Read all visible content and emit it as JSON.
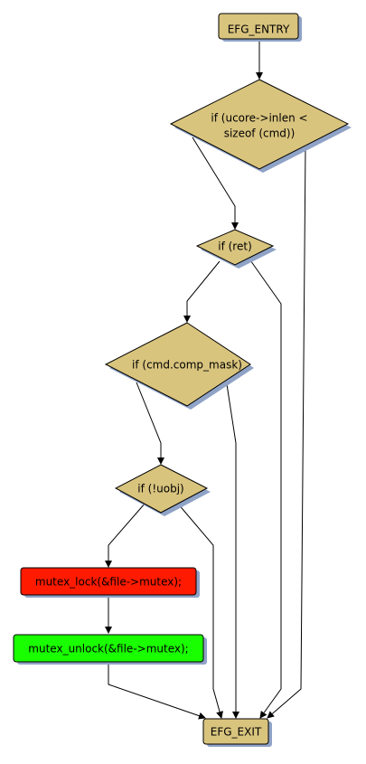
{
  "diagram": {
    "nodes": {
      "entry": "EFG_ENTRY",
      "cond1_line1": "if (ucore->inlen <",
      "cond1_line2": "sizeof (cmd))",
      "cond2": "if (ret)",
      "cond3": "if (cmd.comp_mask)",
      "cond4": "if (!uobj)",
      "lock": "mutex_lock(&file->mutex);",
      "unlock": "mutex_unlock(&file->mutex);",
      "exit": "EFG_EXIT"
    },
    "colors": {
      "default_fill": "#d9c47e",
      "lock_fill": "#ff1a00",
      "unlock_fill": "#1aff00",
      "shadow": "#8fa3c7",
      "stroke": "#000000"
    }
  }
}
